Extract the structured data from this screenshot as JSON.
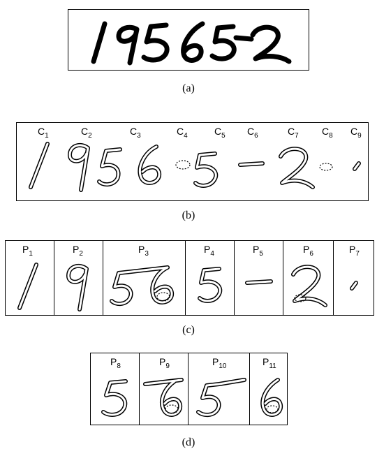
{
  "captions": {
    "a": "(a)",
    "b": "(b)",
    "c": "(c)",
    "d": "(d)"
  },
  "panel_a": {
    "text": "195652"
  },
  "panel_b": {
    "components": [
      {
        "label": "C",
        "sub": "1"
      },
      {
        "label": "C",
        "sub": "2"
      },
      {
        "label": "C",
        "sub": "3"
      },
      {
        "label": "C",
        "sub": "4"
      },
      {
        "label": "C",
        "sub": "5"
      },
      {
        "label": "C",
        "sub": "6"
      },
      {
        "label": "C",
        "sub": "7"
      },
      {
        "label": "C",
        "sub": "8"
      },
      {
        "label": "C",
        "sub": "9"
      }
    ]
  },
  "panel_c": {
    "partitions": [
      {
        "label": "P",
        "sub": "1"
      },
      {
        "label": "P",
        "sub": "2"
      },
      {
        "label": "P",
        "sub": "3"
      },
      {
        "label": "P",
        "sub": "4"
      },
      {
        "label": "P",
        "sub": "5"
      },
      {
        "label": "P",
        "sub": "6"
      },
      {
        "label": "P",
        "sub": "7"
      }
    ]
  },
  "panel_d": {
    "partitions": [
      {
        "label": "P",
        "sub": "8"
      },
      {
        "label": "P",
        "sub": "9"
      },
      {
        "label": "P",
        "sub": "10"
      },
      {
        "label": "P",
        "sub": "11"
      }
    ]
  }
}
